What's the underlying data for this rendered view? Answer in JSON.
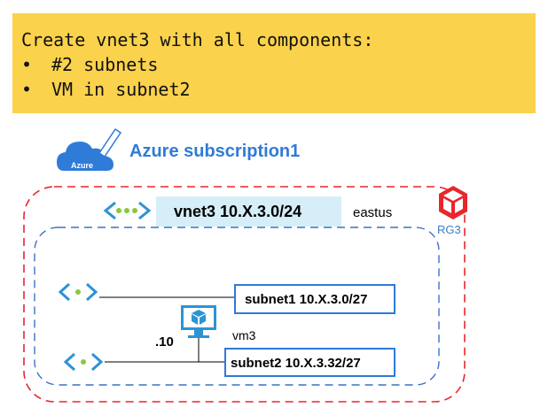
{
  "banner": {
    "title": "Create vnet3 with all components:",
    "bullets": [
      "#2 subnets",
      "VM in subnet2"
    ],
    "bullet_char": "•"
  },
  "subscription": {
    "name": "Azure subscription1",
    "cloud_label": "Azure"
  },
  "vnet": {
    "label": "vnet3 10.X.3.0/24",
    "region": "eastus"
  },
  "resource_group": {
    "label": "RG3"
  },
  "subnets": [
    {
      "label": "subnet1 10.X.3.0/27"
    },
    {
      "label": "subnet2 10.X.3.32/27"
    }
  ],
  "vm": {
    "name": "vm3",
    "ip_suffix": ".10"
  },
  "colors": {
    "banner": "#fbd24c",
    "rg_border": "#e8262c",
    "vnet_border": "#3a72c4",
    "accent_blue": "#2f7bd8",
    "vnet_label_bg": "#d6eef8",
    "icon_green": "#8cc63f"
  },
  "icons": [
    "azure-cloud-icon",
    "vnet-icon",
    "resource-group-icon",
    "subnet-icon",
    "vm-icon"
  ]
}
